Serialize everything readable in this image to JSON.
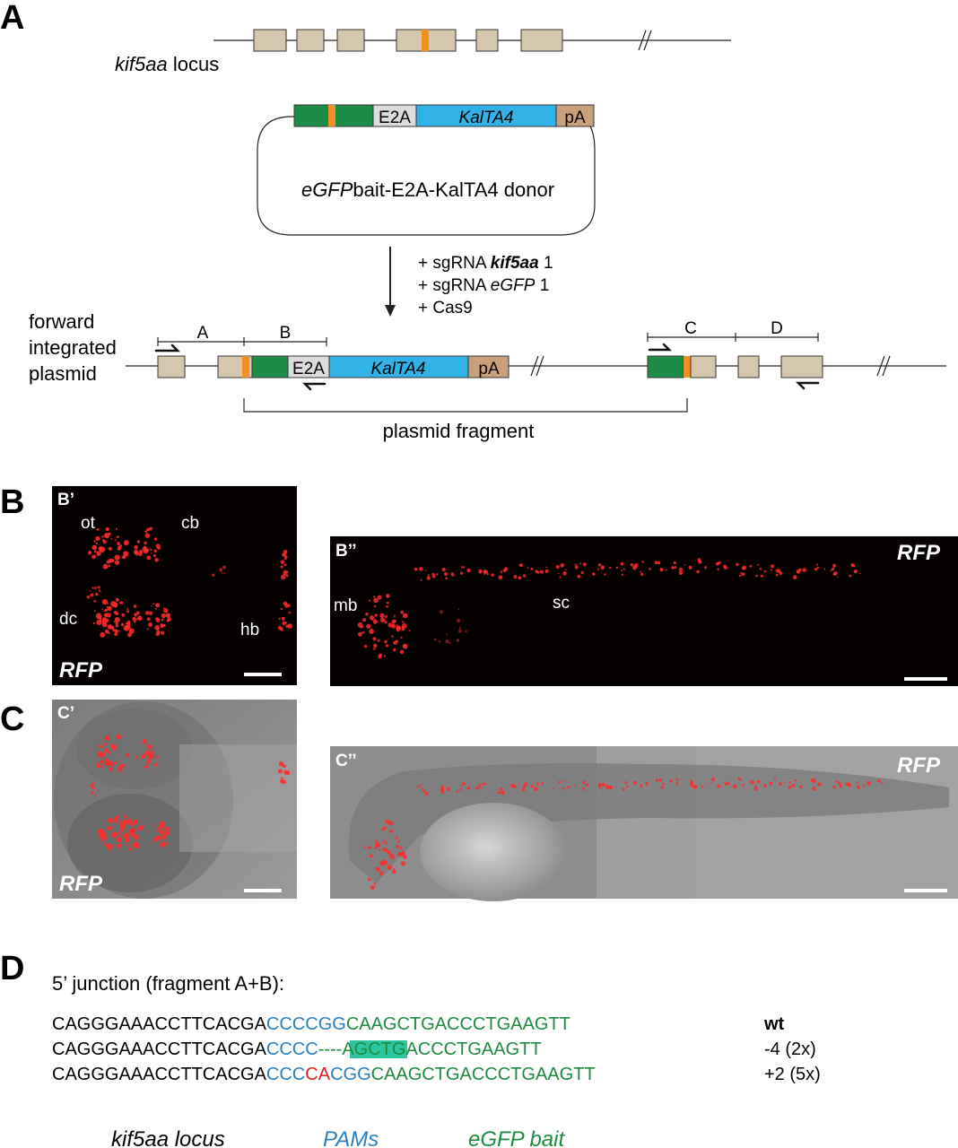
{
  "panels": {
    "a": "A",
    "b": "B",
    "c": "C",
    "d": "D"
  },
  "panel_a": {
    "locus_label_italic": "kif5aa",
    "locus_label_rest": " locus",
    "donor_box": {
      "e2a": "E2A",
      "kalta4": "KalTA4",
      "pa": "pA"
    },
    "donor_label_italic": "eGFP",
    "donor_label_rest": "bait-E2A-KalTA4 donor",
    "reagents": [
      {
        "pre": "+ sgRNA ",
        "italic": "kif5aa",
        "post": " 1"
      },
      {
        "pre": "+ sgRNA ",
        "italic": "eGFP",
        "post": " 1"
      },
      {
        "pre": "+ Cas9",
        "italic": "",
        "post": ""
      }
    ],
    "integrated_label": [
      "forward",
      "integrated",
      "plasmid"
    ],
    "fragments": {
      "a": "A",
      "b": "B",
      "c": "C",
      "d": "D"
    },
    "integrated_boxes": {
      "e2a": "E2A",
      "kalta4": "KalTA4",
      "pa": "pA"
    },
    "plasmid_fragment": "plasmid fragment"
  },
  "panel_images": {
    "b1": {
      "tag": "B’",
      "labels": [
        "ot",
        "cb",
        "dc",
        "hb"
      ],
      "channel": "RFP"
    },
    "b2": {
      "tag": "B’’",
      "labels": [
        "mb",
        "sc"
      ],
      "channel": "RFP"
    },
    "c1": {
      "tag": "C’",
      "channel": "RFP"
    },
    "c2": {
      "tag": "C’’",
      "channel": "RFP"
    }
  },
  "panel_d": {
    "title": "5’ junction (fragment A+B):",
    "rows": [
      {
        "locus": "CAGGGAAACCTTCACGA",
        "pam": "CCCCGG",
        "ins": "",
        "gap": "",
        "pam2": "",
        "bait": "CAAGCTGACCCTGAAGTT",
        "note": "wt"
      },
      {
        "locus": "CAGGGAAACCTTCACGA",
        "pam": "CCCC",
        "ins": "",
        "gap": "----",
        "pam2": "",
        "bait": "AGCTGACCCTGAAGTT",
        "note": "-4 (2x)"
      },
      {
        "locus": "CAGGGAAACCTTCACGA",
        "pam": "CCC",
        "ins": "CA",
        "gap": "",
        "pam2": "CGG",
        "bait": "CAAGCTGACCCTGAAGTT",
        "note": "+2 (5x)"
      }
    ],
    "legend": {
      "locus": "kif5aa locus",
      "pams": "PAMs",
      "bait": "eGFP bait"
    }
  },
  "colors": {
    "exon": "#d5c7ad",
    "egfp": "#1c8c46",
    "cut_site": "#f0901e",
    "e2a": "#dcdcdc",
    "kalta4": "#30b2e6",
    "pa": "#c9a07a",
    "pam_blue": "#2a7fbf",
    "insert_red": "#e02020",
    "bait_green": "#1f8a42",
    "deletion_teal": "#2cc7a0"
  }
}
